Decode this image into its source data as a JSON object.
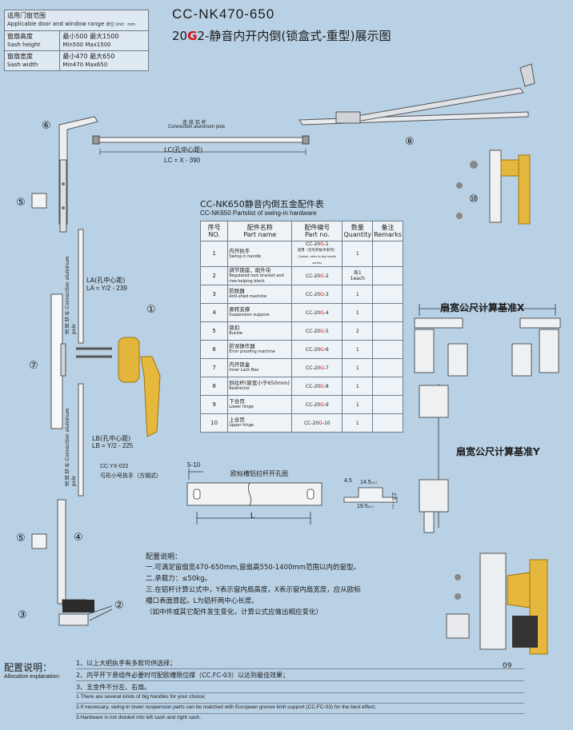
{
  "spec": {
    "header_cn": "适用门窗范围",
    "header_en": "Applicable door and window range",
    "unit": "单位 Unit：mm",
    "height_label_cn": "窗扇高度",
    "height_label_en": "Sash height",
    "height_val_cn": "最小500 最大1500",
    "height_val_en": "Min500  Max1500",
    "width_label_cn": "窗扇宽度",
    "width_label_en": "Sash width",
    "width_val_cn": "最小470 最大650",
    "width_val_en": "Min470  Max650"
  },
  "header": {
    "model": "CC-NK470-650",
    "title_pre": "20",
    "title_g": "G",
    "title_post": "2-静音内开内倒(锁盒式-重型)展示图"
  },
  "parts_table": {
    "title_cn": "CC-NK650静音内倒五金配件表",
    "title_en": "CC-NK650 Partslist of swing-in hardware",
    "headers": [
      {
        "cn": "序号",
        "en": "NO."
      },
      {
        "cn": "配件名称",
        "en": "Part name"
      },
      {
        "cn": "配件编号",
        "en": "Part no."
      },
      {
        "cn": "数量",
        "en": "Quantity"
      },
      {
        "cn": "备注",
        "en": "Remarks"
      }
    ],
    "rows": [
      {
        "no": "1",
        "cn": "内开执手",
        "en": "Swing-in handle",
        "pn_pre": "CC-20",
        "pn_post": "-1",
        "pn_note": "选用（见内开执手系列）",
        "pn_note_en": "(Option: refer to big handle series)",
        "qty": "1"
      },
      {
        "no": "2",
        "cn": "调节锁座、助升块",
        "en": "Regulated lock bracket and rise-helping block",
        "pn_pre": "CC-20",
        "pn_post": "-2",
        "qty": "各1",
        "qty_en": "1each"
      },
      {
        "no": "3",
        "cn": "防脱器",
        "en": "Anti-shed machine",
        "pn_pre": "CC-20",
        "pn_post": "-3",
        "qty": "1"
      },
      {
        "no": "4",
        "cn": "悬转支撑",
        "en": "Suspension suppore",
        "pn_pre": "CC-20",
        "pn_post": "-4",
        "qty": "1"
      },
      {
        "no": "5",
        "cn": "锁扣",
        "en": "Buckle",
        "pn_pre": "CC-20",
        "pn_post": "-5",
        "qty": "2"
      },
      {
        "no": "6",
        "cn": "防误操作器",
        "en": "Error proofing machine",
        "pn_pre": "CC-20",
        "pn_post": "-6",
        "qty": "1"
      },
      {
        "no": "7",
        "cn": "内开锁盒",
        "en": "Inner Lock Box",
        "pn_pre": "CC-20",
        "pn_post": "-7",
        "qty": "1"
      },
      {
        "no": "8",
        "cn": "斜拉杆(窗宽小于650mm)",
        "en": "Redirector",
        "pn_pre": "CC-20",
        "pn_post": "-8",
        "qty": "1"
      },
      {
        "no": "9",
        "cn": "下合页",
        "en": "Lower hinge",
        "pn_pre": "CC-20",
        "pn_post": "-9",
        "qty": "1"
      },
      {
        "no": "10",
        "cn": "上合页",
        "en": "Upper hinge",
        "pn_pre": "CC-20",
        "pn_post": "-10",
        "qty": "1"
      }
    ]
  },
  "diagram": {
    "pole_cn": "连 接 铝 杆",
    "pole_en": "Connection aluminum pole",
    "lc_label": "LC(孔中心距)",
    "lc_formula": "LC = X - 390",
    "la_label": "LA(孔中心距)",
    "la_formula": "LA = Y/2 - 239",
    "lb_label": "LB(孔中心距)",
    "lb_formula": "LB = Y/2 - 225",
    "vert_pole_cn": "连 接 铝 杆",
    "vert_pole_en": "Connection aluminum pole",
    "handle_model": "CC.YX-022",
    "handle_desc": "弓形小号执手（方钢式）",
    "dim_5_10": "5-10",
    "groove_title": "欧标槽铝拉杆开孔图",
    "L": "L",
    "dim_4_5": "4.5",
    "dim_14_5": "14.5",
    "dim_14_5_tol": "±0.2",
    "dim_19_5": "19.5",
    "dim_19_5_tol": "±0.1",
    "dim_2_5": "2.5",
    "dim_2_5_tol": "±0.1",
    "basis_x": "扇宽公尺计算基准X",
    "basis_y": "扇宽公尺计算基准Y",
    "callouts": [
      "①",
      "②",
      "③",
      "④",
      "⑤",
      "⑤",
      "⑥",
      "⑦",
      "⑧",
      "⑩",
      "09"
    ]
  },
  "config": {
    "title": "配置说明：",
    "lines": [
      "一.可满足窗扇宽470-650mm,窗扇高550-1400mm范围以内的窗型。",
      "二.承载力：≤50kg。",
      "三.在铝杆计算公式中，Y表示窗内扇高度，X表示窗内扇宽度，应从欧标",
      "槽口表面算起，L为铝杆两中心长度。",
      "（如中件或其它配件发生变化，计算公式应做出相应变化）"
    ]
  },
  "allocation": {
    "title_cn": "配置说明：",
    "title_en": "Allocation explanation:",
    "lines_cn": [
      "1、以上大把执手有多款可供选择；",
      "2、内平开下悬组件必要时可配欧槽限位撑（CC.FC-03）以达到最佳效果；",
      "3、五金件不分左、右扇。"
    ],
    "lines_en": [
      "1.There are several kinds of big handles for your choice;",
      "2.If necessary, swing-in lower suspension parts can be matched with European groove limit support (CC.FC-03) for the best effect;",
      "3.Hardware is not divided into left sash and right sash."
    ]
  }
}
